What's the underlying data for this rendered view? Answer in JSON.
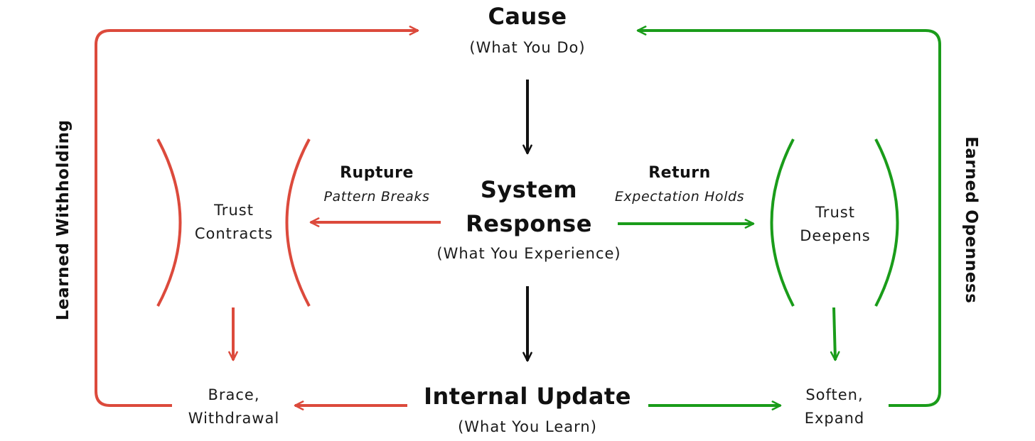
{
  "colors": {
    "red": "#dc4a3c",
    "green": "#1a9c1a",
    "black": "#111111"
  },
  "cause": {
    "title": "Cause",
    "subtitle": "(What You Do)"
  },
  "system": {
    "title_line1": "System",
    "title_line2": "Response",
    "subtitle": "(What You Experience)"
  },
  "update": {
    "title": "Internal Update",
    "subtitle": "(What You Learn)"
  },
  "rupture": {
    "label": "Rupture",
    "sublabel": "Pattern Breaks"
  },
  "return": {
    "label": "Return",
    "sublabel": "Expectation Holds"
  },
  "trust_contracts": {
    "line1": "Trust",
    "line2": "Contracts"
  },
  "trust_deepens": {
    "line1": "Trust",
    "line2": "Deepens"
  },
  "brace": {
    "line1": "Brace,",
    "line2": "Withdrawal"
  },
  "soften": {
    "line1": "Soften,",
    "line2": "Expand"
  },
  "left_loop": {
    "label": "Learned Withholding"
  },
  "right_loop": {
    "label": "Earned Openness"
  }
}
